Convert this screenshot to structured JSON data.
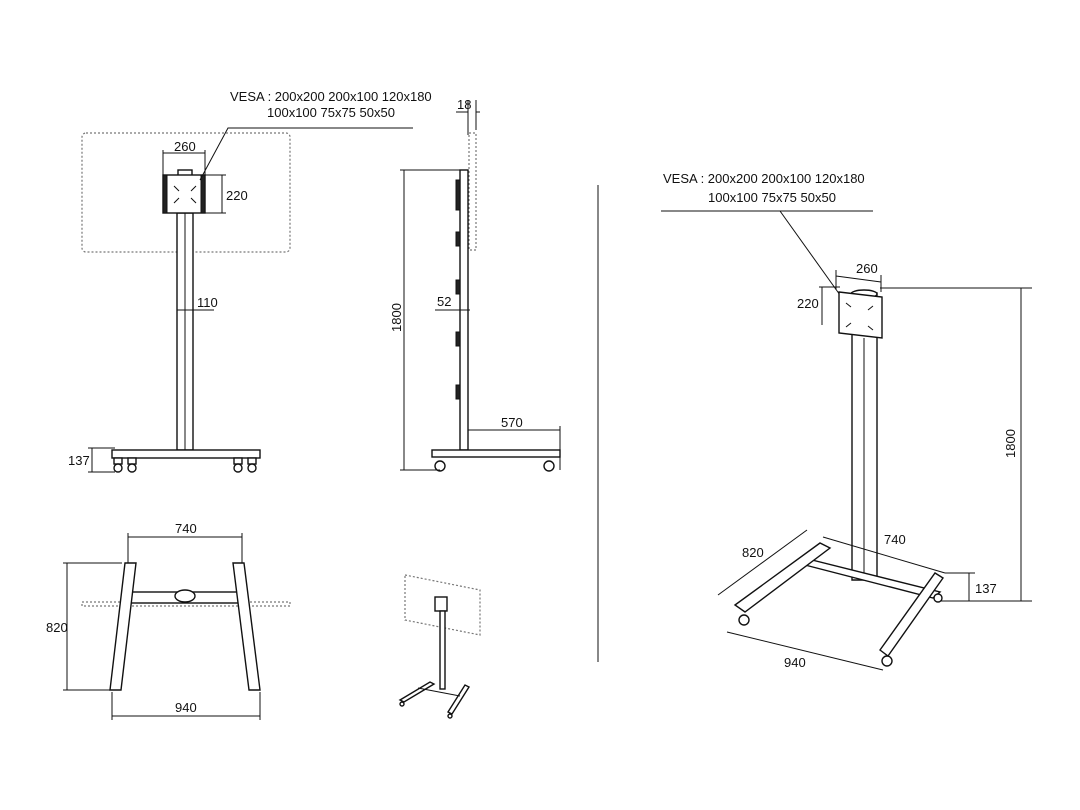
{
  "vesa": {
    "line1": "VESA : 200x200  200x100  120x180",
    "line2": "100x100     75x75     50x50"
  },
  "front_view": {
    "mount_width": "260",
    "mount_height": "220",
    "pole_width": "110",
    "base_height": "137"
  },
  "side_view": {
    "screen_depth": "18",
    "height": "1800",
    "mount_offset": "52",
    "base_depth": "570"
  },
  "top_view": {
    "inner_width": "740",
    "depth": "820",
    "outer_width": "940"
  },
  "iso_view": {
    "vesa_line1": "VESA : 200x200  200x100  120x180",
    "vesa_line2": "100x100     75x75     50x50",
    "mount_width": "260",
    "mount_height": "220",
    "height": "1800",
    "inner_width": "740",
    "depth": "820",
    "outer_width": "940",
    "base_height": "137"
  }
}
